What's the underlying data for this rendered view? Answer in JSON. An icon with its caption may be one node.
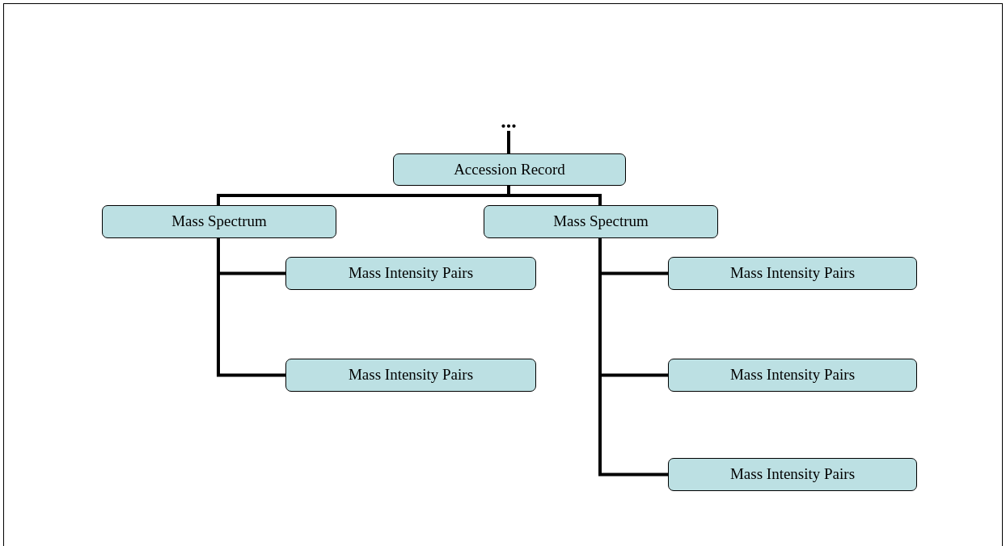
{
  "diagram": {
    "nodes": [
      {
        "text": [
          "..."
        ]
      },
      {
        "text": [
          "Accession Record"
        ]
      },
      {
        "text": [
          "Mass Spectrum"
        ]
      },
      {
        "text": [
          "Mass Intensity Pairs"
        ]
      },
      {
        "text": [
          "Mass Intensity Pairs"
        ]
      },
      {
        "text": [
          "Mass Spectrum"
        ]
      },
      {
        "text": [
          "Mass Intensity Pairs"
        ]
      },
      {
        "text": [
          "Mass Intensity Pairs"
        ]
      },
      {
        "text": [
          "Mass Intensity Pairs"
        ]
      }
    ],
    "edges": [
      {
        "from": 0,
        "to": 1,
        "arrow": "none"
      },
      {
        "from": 1,
        "to": 2,
        "arrow": "none"
      },
      {
        "from": 1,
        "to": 5,
        "arrow": "none"
      },
      {
        "from": 2,
        "to": 3,
        "arrow": "none"
      },
      {
        "from": 2,
        "to": 4,
        "arrow": "none"
      },
      {
        "from": 5,
        "to": 6,
        "arrow": "none"
      },
      {
        "from": 5,
        "to": 7,
        "arrow": "none"
      },
      {
        "from": 5,
        "to": 8,
        "arrow": "none"
      }
    ]
  }
}
